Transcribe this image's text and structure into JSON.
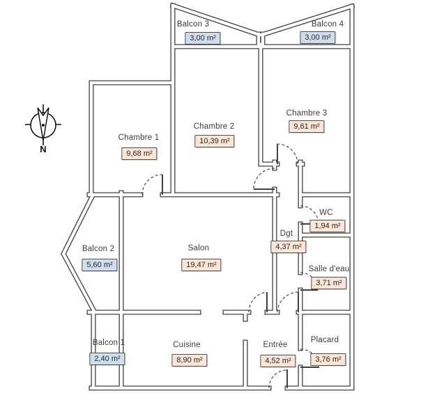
{
  "compass": {
    "north_label": "N"
  },
  "colors": {
    "wall": "#3f3f3f",
    "balcony_box_fill": "#cfdeee",
    "room_box_fill": "#fbe5d6",
    "box_border": "#4d4d4d",
    "text": "#3b3b3b"
  },
  "rooms": [
    {
      "name": "Balcon 3",
      "area": "3,00 m²"
    },
    {
      "name": "Balcon 4",
      "area": "3,00 m²"
    },
    {
      "name": "Chambre 1",
      "area": "9,68 m²"
    },
    {
      "name": "Chambre 2",
      "area": "10,39 m²"
    },
    {
      "name": "Chambre 3",
      "area": "9,61 m²"
    },
    {
      "name": "Balcon 2",
      "area": "5,60 m²"
    },
    {
      "name": "Salon",
      "area": "19,47 m²"
    },
    {
      "name": "WC",
      "area": "1,94 m²"
    },
    {
      "name": "Dgt",
      "area": "4,37 m²"
    },
    {
      "name": "Salle d'eau",
      "area": "3,71 m²"
    },
    {
      "name": "Balcon 1",
      "area": "2,40 m²"
    },
    {
      "name": "Cuisine",
      "area": "8,90 m²"
    },
    {
      "name": "Entrée",
      "area": "4,52 m²"
    },
    {
      "name": "Placard",
      "area": "3,76 m²"
    }
  ]
}
